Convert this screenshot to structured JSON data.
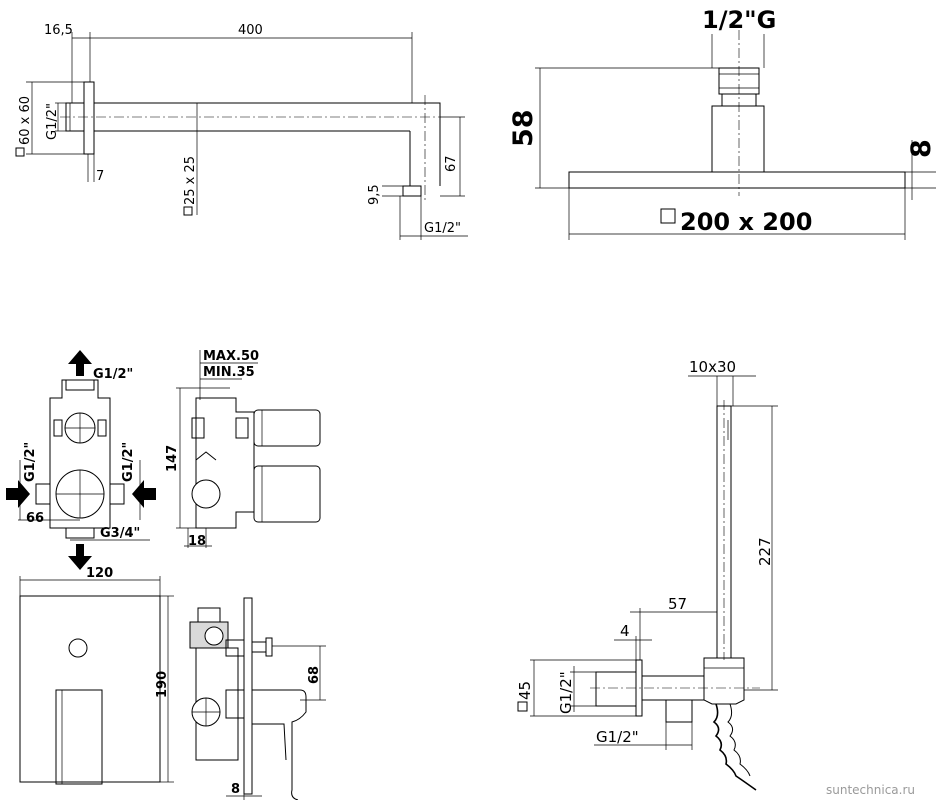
{
  "shower_arm": {
    "offset": "16,5",
    "length": "400",
    "flange_size": "60 x 60",
    "inlet_thread": "G1/2\"",
    "flange_depth": "7",
    "tube_section": "25 x 25",
    "drop": "67",
    "outlet_height": "9,5",
    "outlet_thread": "G1/2\""
  },
  "shower_head": {
    "thread": "1/2\"G",
    "height": "58",
    "plate_thickness": "8",
    "size": "200 x 200"
  },
  "mixer_body": {
    "top_thread": "G1/2\"",
    "side_thread_left": "G1/2\"",
    "side_thread_right": "G1/2\"",
    "width_left": "66",
    "bottom_thread": "G3/4\"",
    "depth_max": "MAX.50",
    "depth_min": "MIN.35",
    "height": "147",
    "recess": "18"
  },
  "trim_plate": {
    "width": "120",
    "height": "190",
    "plate_thickness": "8",
    "spout_height": "68"
  },
  "hand_shower": {
    "handle_section": "10x30",
    "length": "227",
    "holder_projection": "57",
    "holder_offset": "4",
    "flange_size": "45",
    "inlet_thread": "G1/2\"",
    "outlet_thread": "G1/2\""
  },
  "watermark": "suntechnica.ru"
}
